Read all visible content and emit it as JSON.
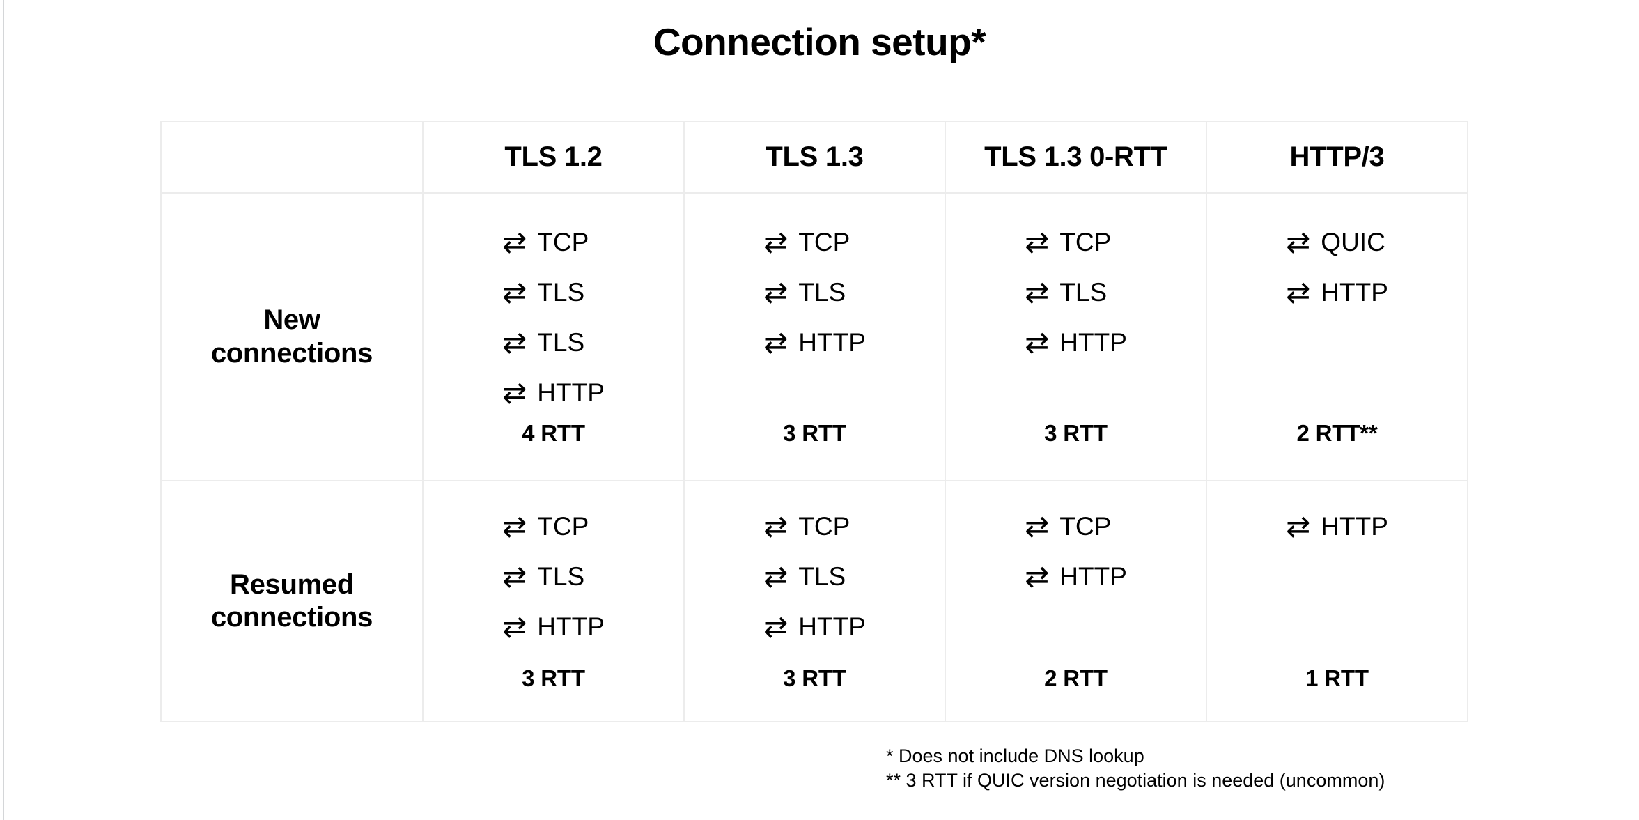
{
  "title": "Connection setup*",
  "icons": {
    "exchange": "⇄",
    "exchange_name": "bidirectional-exchange-icon"
  },
  "table": {
    "corner_label": "",
    "columns": [
      "TLS 1.2",
      "TLS 1.3",
      "TLS 1.3 0-RTT",
      "HTTP/3"
    ],
    "rows": [
      {
        "label": "New\nconnections",
        "label_line1": "New",
        "label_line2": "connections",
        "cells": [
          {
            "steps": [
              "TCP",
              "TLS",
              "TLS",
              "HTTP"
            ],
            "rtt": "4 RTT"
          },
          {
            "steps": [
              "TCP",
              "TLS",
              "HTTP"
            ],
            "rtt": "3 RTT"
          },
          {
            "steps": [
              "TCP",
              "TLS",
              "HTTP"
            ],
            "rtt": "3 RTT"
          },
          {
            "steps": [
              "QUIC",
              "HTTP"
            ],
            "rtt": "2 RTT**"
          }
        ]
      },
      {
        "label": "Resumed\nconnections",
        "label_line1": "Resumed",
        "label_line2": "connections",
        "cells": [
          {
            "steps": [
              "TCP",
              "TLS",
              "HTTP"
            ],
            "rtt": "3 RTT"
          },
          {
            "steps": [
              "TCP",
              "TLS",
              "HTTP"
            ],
            "rtt": "3 RTT"
          },
          {
            "steps": [
              "TCP",
              "HTTP"
            ],
            "rtt": "2 RTT"
          },
          {
            "steps": [
              "HTTP"
            ],
            "rtt": "1 RTT"
          }
        ]
      }
    ]
  },
  "footnotes": [
    "* Does not include DNS lookup",
    "** 3 RTT if QUIC version negotiation is needed (uncommon)"
  ],
  "colors": {
    "background": "#ffffff",
    "text": "#000000",
    "table_border": "#ececec",
    "slide_edge": "#d4d6d8"
  }
}
